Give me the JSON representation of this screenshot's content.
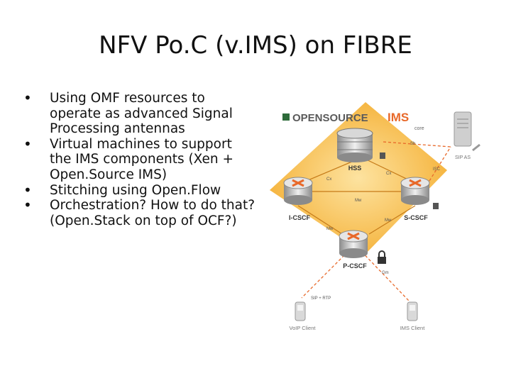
{
  "slide": {
    "title": "NFV Po.C (v.IMS) on FIBRE",
    "bullets": [
      "Using OMF resources to operate as advanced Signal Processing antennas",
      "Virtual machines to support the IMS components (Xen + Open.Source IMS)",
      "Stitching using Open.Flow",
      "Orchestration? How to do that? (Open.Stack on top of OCF?)"
    ]
  },
  "diagram": {
    "logo": {
      "open": "OPENSOURCE",
      "ims": "IMS",
      "core": "core"
    },
    "nodes": {
      "hss": "HSS",
      "icscf": "I-CSCF",
      "scscf": "S-CSCF",
      "pcscf": "P-CSCF",
      "sipas": "SIP AS"
    },
    "interfaces": {
      "cx_left": "Cx",
      "cx_right": "Cx",
      "mw_top": "Mw",
      "mw_left": "Mw",
      "mw_right": "Mw",
      "isc": "ISC",
      "sh": "Sh",
      "gm": "Gm",
      "sip_rtp": "SIP +\nRTP"
    },
    "clients": {
      "voip": "VoIP Client",
      "ims": "IMS Client"
    },
    "colors": {
      "diamond": "#f6b73c",
      "diamond_inner": "#fbd680",
      "accent_orange": "#e8692a",
      "logo_green": "#2e6b3a"
    }
  }
}
